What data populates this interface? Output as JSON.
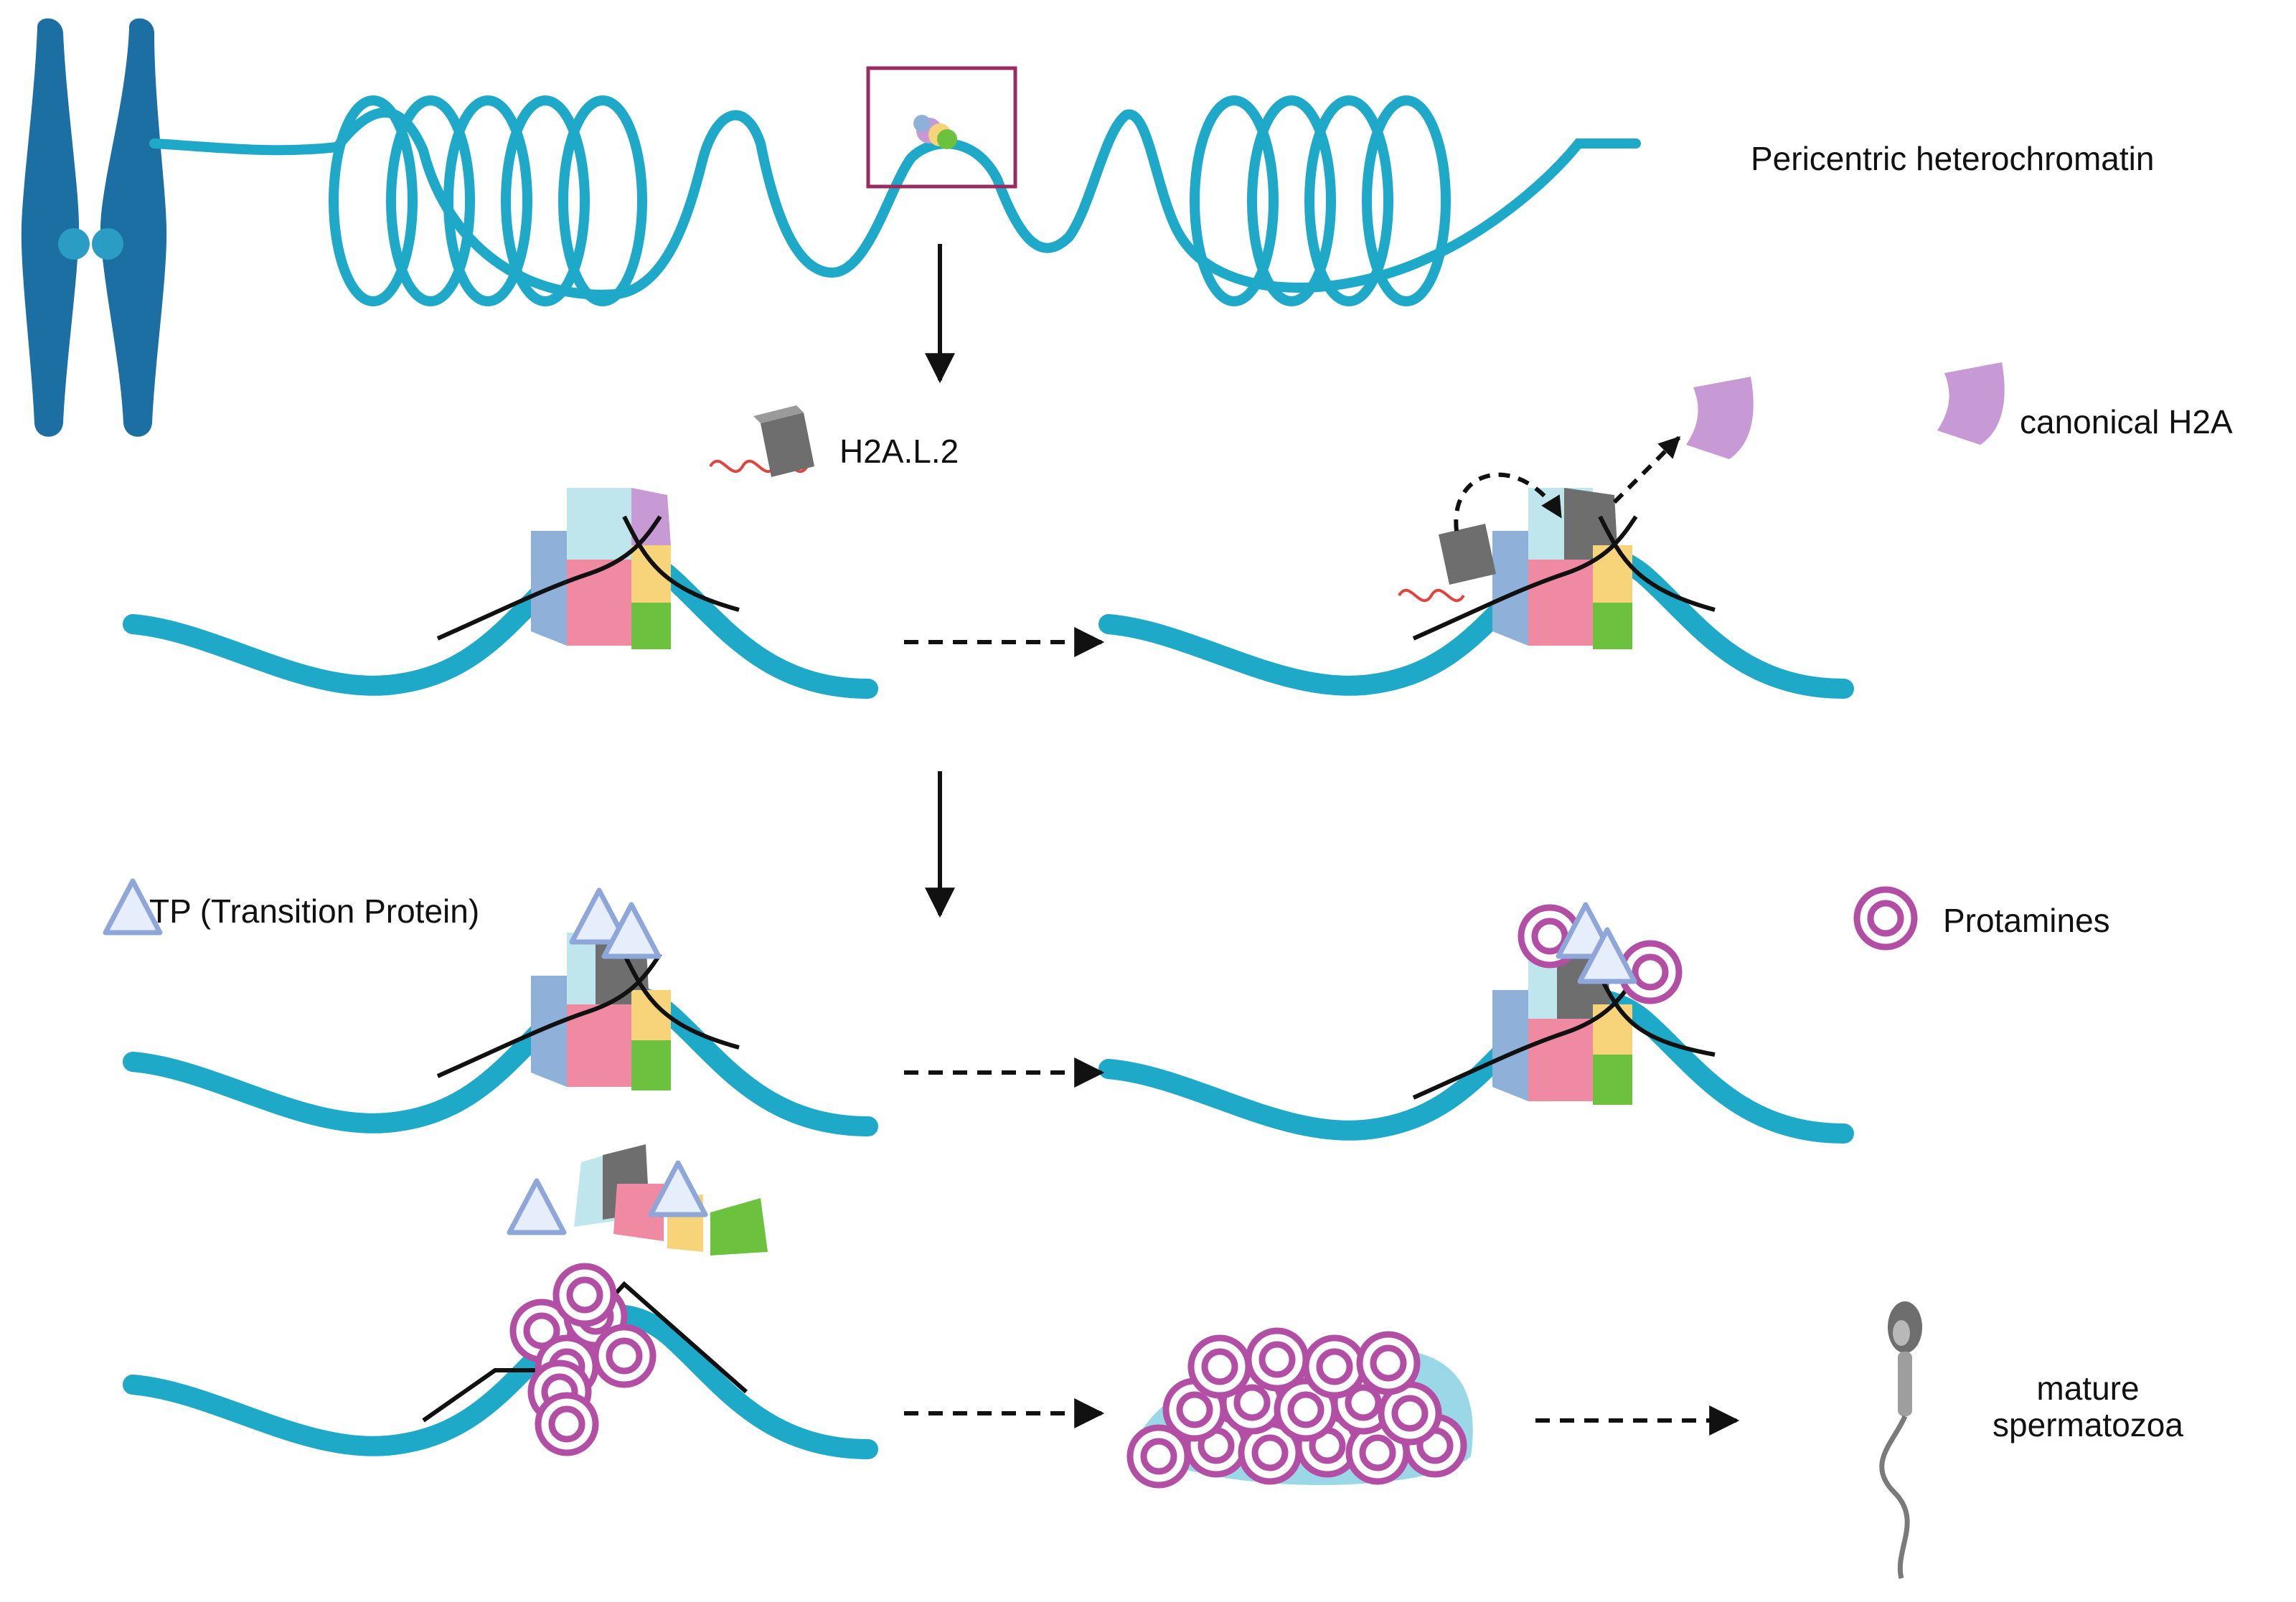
{
  "labels": {
    "pericentric": "Pericentric heterochromatin",
    "h2al2": "H2A.L.2",
    "canonical_h2a": "canonical H2A",
    "tp": "TP (Transition Protein)",
    "protamines": "Protamines",
    "mature_line1": "mature",
    "mature_line2": "spermatozoa"
  },
  "colors": {
    "chromatin": "#1fa9c9",
    "chromosome": "#1b6fa3",
    "h2a_canonical": "#c79ad6",
    "h2al2": "#6e6e6e",
    "h2a_pink": "#f08aa3",
    "h3_light": "#bfe6ec",
    "h4_blue": "#8fb0d8",
    "h2b_yellow": "#f7d47a",
    "h2b_green": "#6cc23e",
    "protamine": "#b24fa5",
    "transition_protein": "#9fb6e0",
    "rna": "#e0443c",
    "box": "#9a2b61",
    "dna_wrap": "#111111"
  },
  "icons": [
    "chromosome-icon",
    "sperm-icon",
    "nucleosome-icon",
    "protamine-icon",
    "transition-protein-icon",
    "h2a-icon",
    "h2al2-icon"
  ]
}
